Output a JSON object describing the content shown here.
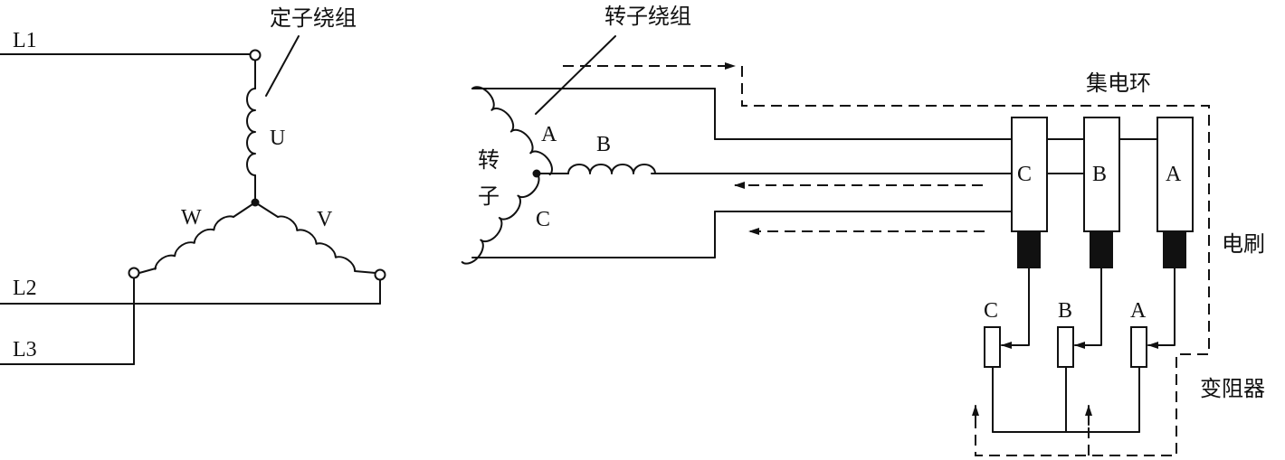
{
  "stator": {
    "title": "定子绕组",
    "lines": [
      "L1",
      "L2",
      "L3"
    ],
    "phases": [
      "U",
      "W",
      "V"
    ]
  },
  "rotor": {
    "title": "转子绕组",
    "name_line1": "转",
    "name_line2": "子",
    "phases": [
      "A",
      "B",
      "C"
    ]
  },
  "slip_rings": {
    "title": "集电环",
    "rings": [
      "C",
      "B",
      "A"
    ]
  },
  "brushes": {
    "title": "电刷"
  },
  "rheostat": {
    "title": "变阻器",
    "labels": [
      "C",
      "B",
      "A"
    ]
  }
}
